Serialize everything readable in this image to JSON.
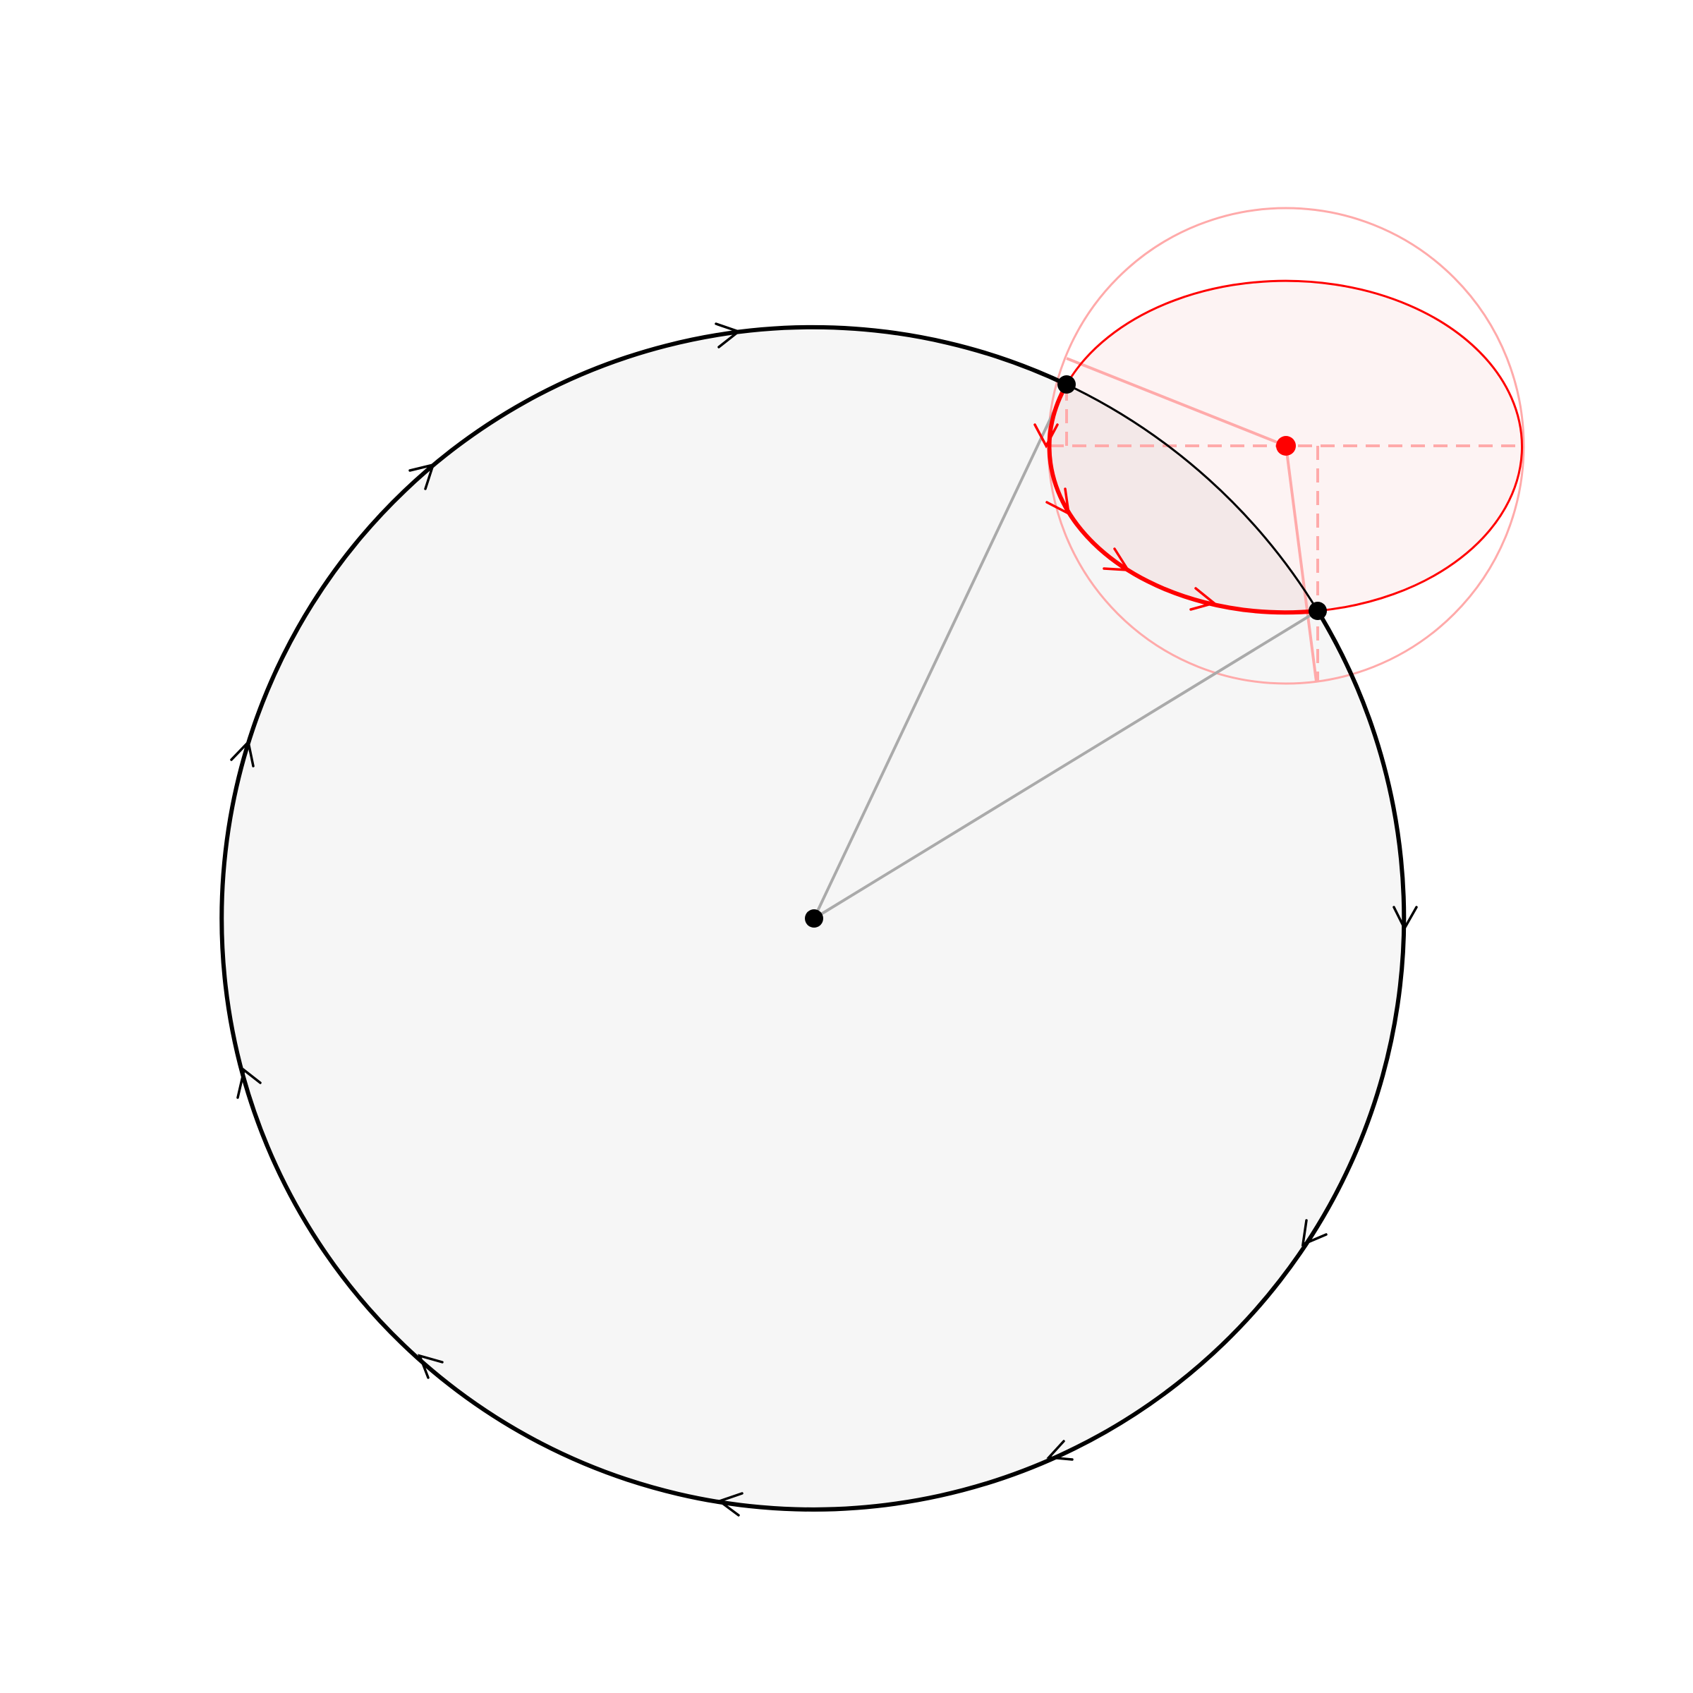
{
  "figure": {
    "kind": "geometry-diagram",
    "description_shapes": [
      "large-circle",
      "small-ellipse",
      "auxiliary-circle",
      "radius-lines",
      "direction-arrows"
    ]
  },
  "colors": {
    "background": "#ffffff",
    "big_circle_fill": "#f6f6f6",
    "big_circle_stroke": "#000000",
    "ellipse_stroke": "#ff0000",
    "ellipse_fill": "#fdf3f3",
    "overlap_fill": "#f3e8e8",
    "aux_stroke": "#ffaaaa",
    "radius_line": "#aaaaaa",
    "point_black": "#000000",
    "point_red": "#ff0000"
  }
}
